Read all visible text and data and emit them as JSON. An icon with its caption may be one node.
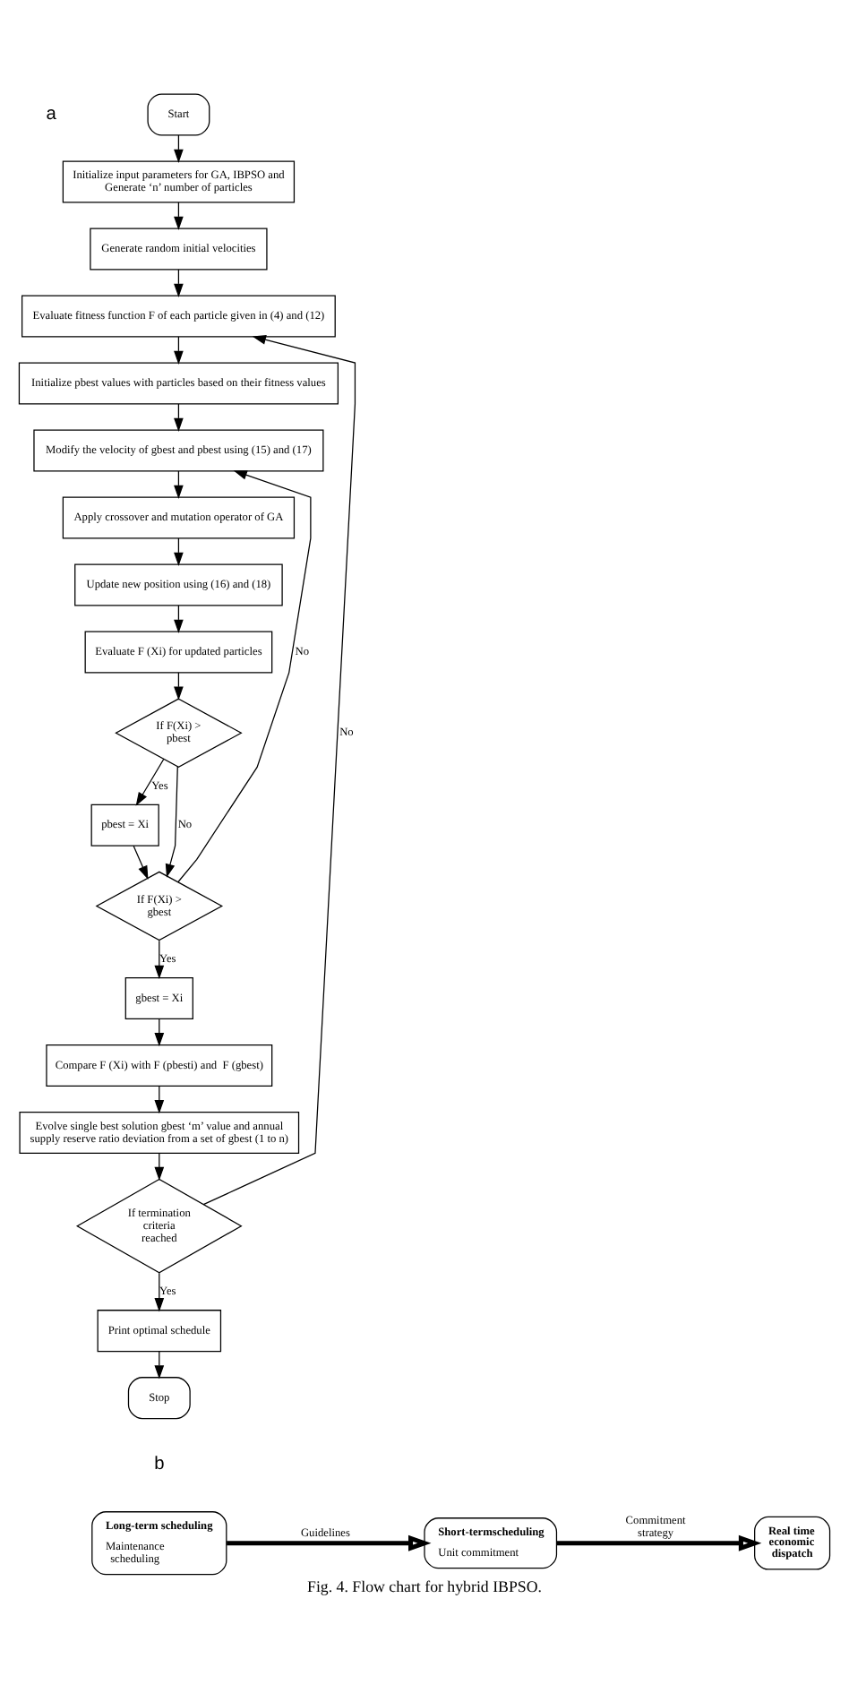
{
  "diagram": {
    "caption": "Fig. 4. Flow chart for hybrid IBPSO.",
    "nodes": [
      {
        "text": [
          "Start"
        ]
      },
      {
        "text": [
          "Initialize input parameters for GA, IBPSO and Generate ‘n’ number of particles"
        ]
      },
      {
        "text": [
          "Generate random initial velocities"
        ]
      },
      {
        "text": [
          "Evaluate fitness function F of each particle given in (4) and (12)"
        ]
      },
      {
        "text": [
          "Initialize pbest values with particles based on their fitness values"
        ]
      },
      {
        "text": [
          "Modify the velocity of gbest and pbest using (15) and (17)"
        ]
      },
      {
        "text": [
          "Apply crossover and mutation operator of GA"
        ]
      },
      {
        "text": [
          "Update new position using (16) and (18)"
        ]
      },
      {
        "text": [
          "Evaluate F (Xi) for updated particles"
        ]
      },
      {
        "text": [
          "If F(Xi) > pbest"
        ]
      },
      {
        "text": [
          "pbest = Xi"
        ]
      },
      {
        "text": [
          "If F(Xi) > gbest"
        ]
      },
      {
        "text": [
          "gbest = Xi"
        ]
      },
      {
        "text": [
          "Compare F (Xi) with F (pbesti) and  F (gbest)"
        ]
      },
      {
        "text": [
          "Evolve single best solution gbest ‘m’ value and annual supply reserve ratio deviation from a set of gbest (1 to n)"
        ]
      },
      {
        "text": [
          "If termination criteria reached"
        ]
      },
      {
        "text": [
          "Print optimal schedule"
        ]
      },
      {
        "text": [
          "Stop"
        ]
      },
      {
        "text": [
          "Long-term scheduling",
          "Maintenance scheduling"
        ]
      },
      {
        "text": [
          "Short-termscheduling",
          "Unit commitment"
        ]
      },
      {
        "text": [
          "Real time economic dispatch"
        ]
      }
    ],
    "edges": [
      {
        "from": 0,
        "to": 1,
        "arrow": "to"
      },
      {
        "from": 1,
        "to": 2,
        "arrow": "to"
      },
      {
        "from": 2,
        "to": 3,
        "arrow": "to"
      },
      {
        "from": 3,
        "to": 4,
        "arrow": "to"
      },
      {
        "from": 4,
        "to": 5,
        "arrow": "to"
      },
      {
        "from": 5,
        "to": 6,
        "arrow": "to"
      },
      {
        "from": 6,
        "to": 7,
        "arrow": "to"
      },
      {
        "from": 7,
        "to": 8,
        "arrow": "to"
      },
      {
        "from": 8,
        "to": 9,
        "arrow": "to"
      },
      {
        "from": 9,
        "to": 10,
        "arrow": "to",
        "label": "Yes"
      },
      {
        "from": 9,
        "to": 11,
        "arrow": "to",
        "label": "No"
      },
      {
        "from": 10,
        "to": 11,
        "arrow": "to"
      },
      {
        "from": 11,
        "to": 12,
        "arrow": "to",
        "label": "Yes"
      },
      {
        "from": 11,
        "to": 5,
        "arrow": "to",
        "label": "No"
      },
      {
        "from": 12,
        "to": 13,
        "arrow": "to"
      },
      {
        "from": 13,
        "to": 14,
        "arrow": "to"
      },
      {
        "from": 14,
        "to": 15,
        "arrow": "to"
      },
      {
        "from": 15,
        "to": 16,
        "arrow": "to",
        "label": "Yes"
      },
      {
        "from": 15,
        "to": 3,
        "arrow": "to",
        "label": "No"
      },
      {
        "from": 16,
        "to": 17,
        "arrow": "to"
      },
      {
        "from": 18,
        "to": 19,
        "arrow": "to",
        "label": "Guidelines",
        "style": "thick"
      },
      {
        "from": 19,
        "to": 20,
        "arrow": "to",
        "label": "Commitment strategy",
        "style": "thick"
      }
    ],
    "labels": [
      "a",
      "b"
    ]
  }
}
